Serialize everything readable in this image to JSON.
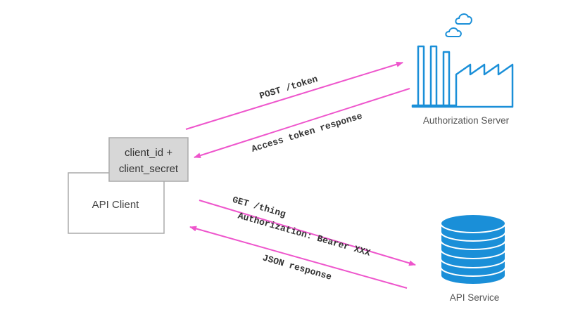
{
  "colors": {
    "arrow": "#ee55cc",
    "icon_blue": "#1a8fd8",
    "box_border": "#aaaaaa",
    "credentials_fill": "#d7d7d7",
    "text": "#444444"
  },
  "nodes": {
    "auth_server": {
      "label": "Authorization Server",
      "icon": "factory-icon"
    },
    "api_service": {
      "label": "API Service",
      "icon": "database-icon"
    },
    "api_client": {
      "label": "API Client"
    },
    "credentials": {
      "line1": "client_id +",
      "line2": "client_secret"
    }
  },
  "messages": {
    "post_token": "POST /token",
    "access_token_response": "Access token response",
    "get_thing": "GET /thing",
    "authorization_header": "Authorization: Bearer XXX",
    "json_response": "JSON response"
  }
}
